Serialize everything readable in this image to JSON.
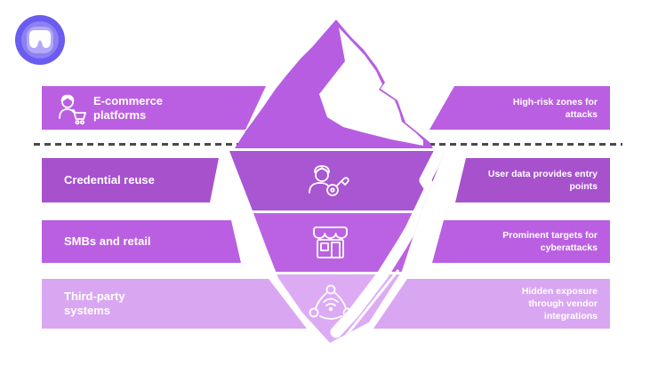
{
  "logo": {
    "icon": "tooth-logo-icon"
  },
  "waterline": {
    "style": "dashed",
    "color": "#4a4a4a"
  },
  "colors": {
    "band_ecommerce": "#ba5fe2",
    "band_credential": "#a751cd",
    "band_smb": "#ba5fe2",
    "band_thirdparty": "#d9a7f2",
    "iceberg_above_water": "#b75de1",
    "iceberg_segment_credential": "#a956d3",
    "iceberg_segment_smb": "#bb62e3",
    "iceberg_segment_thirdparty": "#ddabf4",
    "logo_outer": "#6a5cf0",
    "text": "#ffffff"
  },
  "rows": [
    {
      "title": "E-commerce\nplatforms",
      "note": "High-risk zones for\nattacks",
      "icon": "shopper-cart-icon",
      "position": "above-water"
    },
    {
      "title": "Credential reuse",
      "note": "User data provides entry\npoints",
      "icon": "user-key-icon",
      "position": "below-water"
    },
    {
      "title": "SMBs and retail",
      "note": "Prominent targets for\ncyberattacks",
      "icon": "storefront-icon",
      "position": "below-water"
    },
    {
      "title": "Third-party\nsystems",
      "note": "Hidden exposure\nthrough vendor\nintegrations",
      "icon": "network-nodes-icon",
      "position": "below-water"
    }
  ]
}
